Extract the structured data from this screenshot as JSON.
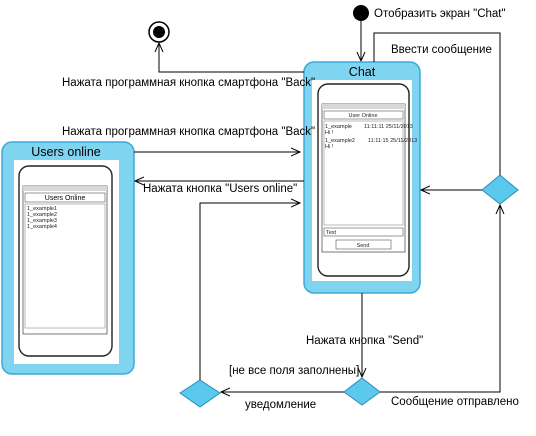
{
  "states": {
    "chat_title": "Chat",
    "users_online_title": "Users online"
  },
  "start_label": "Отобразить экран \"Chat\"",
  "edges": {
    "enter_message": "Ввести сообщение",
    "back_to_final": "Нажата программная кнопка смартфона \"Back\"",
    "back_to_chat": "Нажата программная кнопка смартфона \"Back\"",
    "users_online_pressed": "Нажата кнопка \"Users online\"",
    "send_pressed": "Нажата кнопка \"Send\"",
    "not_all_filled": "[не все поля заполнены]",
    "notification": "уведомление",
    "message_sent": "Сообщение отправлено"
  },
  "chat_phone": {
    "header": "User Online",
    "messages": [
      {
        "user": "1_example",
        "time": "11:11:11 25/11/2013",
        "text": "Hi !"
      },
      {
        "user": "1_example2",
        "time": "11:11:15 25/11/2013",
        "text": "Hi !"
      }
    ],
    "input_placeholder": "Text",
    "send_button": "Send"
  },
  "users_phone": {
    "header": "Users Online",
    "users": [
      "1_example1",
      "1_example2",
      "1_example3",
      "1_example4"
    ]
  },
  "colors": {
    "state_fill": "#7FD4F0",
    "state_border": "#3FA9D9",
    "decision_fill": "#5BC8EE"
  }
}
